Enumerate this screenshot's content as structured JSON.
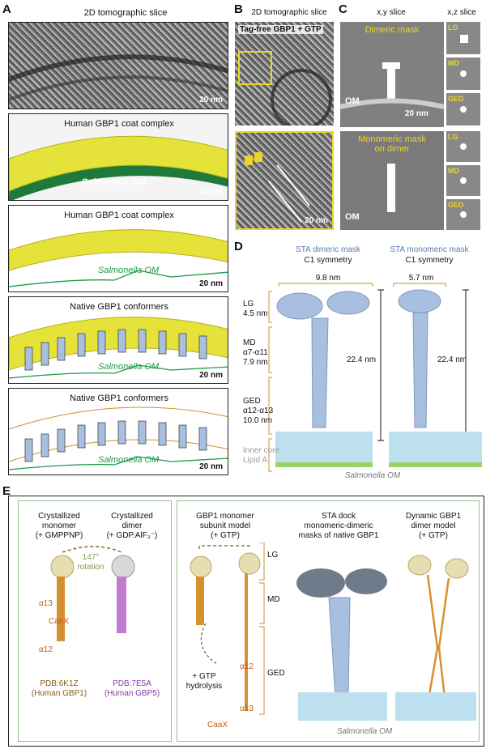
{
  "panel_labels": {
    "a": "A",
    "b": "B",
    "c": "C",
    "d": "D",
    "e": "E"
  },
  "panel_a": {
    "top_title": "2D tomographic slice",
    "scale": "20 nm",
    "subpanels": [
      {
        "title": "Human GBP1 coat complex",
        "om_label": "Salmonella OM",
        "scale": "20 nm"
      },
      {
        "title": "Human GBP1 coat complex",
        "om_label": "Salmonella OM",
        "scale": "20 nm"
      },
      {
        "title": "Native GBP1 conformers",
        "om_label": "Salmonella OM",
        "scale": "20 nm"
      },
      {
        "title": "Native GBP1 conformers",
        "om_label": "Salmonella OM",
        "scale": "20 nm"
      }
    ]
  },
  "panel_b": {
    "title": "2D tomographic slice",
    "inset_label": "Tag-free GBP1 + GTP",
    "scale": "20 nm"
  },
  "panel_c": {
    "xy_title": "x,y slice",
    "xz_title": "x,z slice",
    "top": {
      "mask": "Dimeric mask",
      "om": "OM",
      "scale": "20 nm",
      "labels": [
        "LG",
        "MD",
        "GED"
      ]
    },
    "bottom": {
      "mask_line1": "Monomeric mask",
      "mask_line2": "on dimer",
      "om": "OM",
      "labels": [
        "LG",
        "MD",
        "GED"
      ]
    }
  },
  "panel_d": {
    "left_title_1": "STA dimeric mask",
    "left_title_2": "C1 symmetry",
    "right_title_1": "STA monomeric mask",
    "right_title_2": "C1 symmetry",
    "left_width": "9.8 nm",
    "right_width": "5.7 nm",
    "left_height": "22.4 nm",
    "right_height": "22.4 nm",
    "domains": [
      {
        "name": "LG",
        "detail": "",
        "size": "4.5 nm"
      },
      {
        "name": "MD",
        "detail": "α7-α11",
        "size": "7.9 nm"
      },
      {
        "name": "GED",
        "detail": "α12-α13",
        "size": "10.0 nm"
      }
    ],
    "inner_core_1": "Inner core",
    "inner_core_2": "Lipid A",
    "footer": "Salmonella OM"
  },
  "panel_e": {
    "cryst_monomer_1": "Crystallized",
    "cryst_monomer_2": "monomer",
    "cryst_monomer_3": "(+ GMPPNP)",
    "cryst_dimer_1": "Crystallized",
    "cryst_dimer_2": "dimer",
    "cryst_dimer_3": "(+ GDP.AlF₃⁻)",
    "rotation_1": "147°",
    "rotation_2": "rotation",
    "a13": "α13",
    "a12": "α12",
    "caax": "CaaX",
    "pdb1_1": "PDB:6K1Z",
    "pdb1_2": "(Human GBP1)",
    "pdb2_1": "PDB:7E5A",
    "pdb2_2": "(Human GBP5)",
    "monomer_model_1": "GBP1 monomer",
    "monomer_model_2": "subunit model",
    "monomer_model_3": "(+ GTP)",
    "sta_dock_1": "STA dock",
    "sta_dock_2": "monomeric-dimeric",
    "sta_dock_3": "masks of native GBP1",
    "dyn_model_1": "Dynamic GBP1",
    "dyn_model_2": "dimer model",
    "dyn_model_3": "(+ GTP)",
    "gtp_1": "+ GTP",
    "gtp_2": "hydrolysis",
    "lg": "LG",
    "md": "MD",
    "ged": "GED",
    "a12_right": "α12",
    "a13_right": "α13",
    "caax_right": "CaaX",
    "footer": "Salmonella OM"
  }
}
